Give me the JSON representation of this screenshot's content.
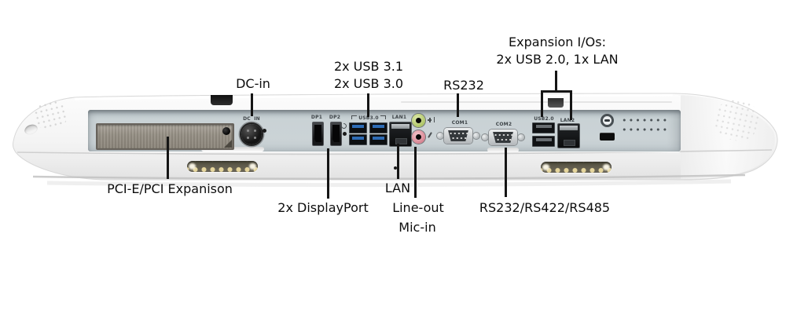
{
  "diagram": {
    "callouts": {
      "dc_in": {
        "label": "DC-in"
      },
      "usb3": {
        "line1": "2x USB 3.1",
        "line2": "2x USB 3.0"
      },
      "rs232": {
        "label": "RS232"
      },
      "expansion_io": {
        "line1": "Expansion I/Os:",
        "line2": "2x USB 2.0, 1x LAN"
      },
      "pci": {
        "label": "PCI-E/PCI Expanison"
      },
      "displayport": {
        "label": "2x DisplayPort"
      },
      "lan": {
        "label": "LAN"
      },
      "line_out": {
        "label": "Line-out"
      },
      "mic_in": {
        "label": "Mic-in"
      },
      "serial_multi": {
        "label": "RS232/RS422/RS485"
      }
    },
    "port_prints": {
      "dc": "DC IN",
      "dp1": "DP1",
      "dp2": "DP2",
      "usb3": "USB3.0",
      "lan1": "LAN1",
      "com1": "COM1",
      "com2": "COM2",
      "usb2": "USB2.0",
      "lan2": "LAN2"
    },
    "colors": {
      "usb3_blue": "#2e6cb5",
      "line_out_green": "#b9cd74",
      "mic_pink": "#dd8d9a",
      "led_gold": "#e6d69d",
      "recess_gray": "#c9d2d5",
      "callout_ink": "#151515"
    }
  }
}
